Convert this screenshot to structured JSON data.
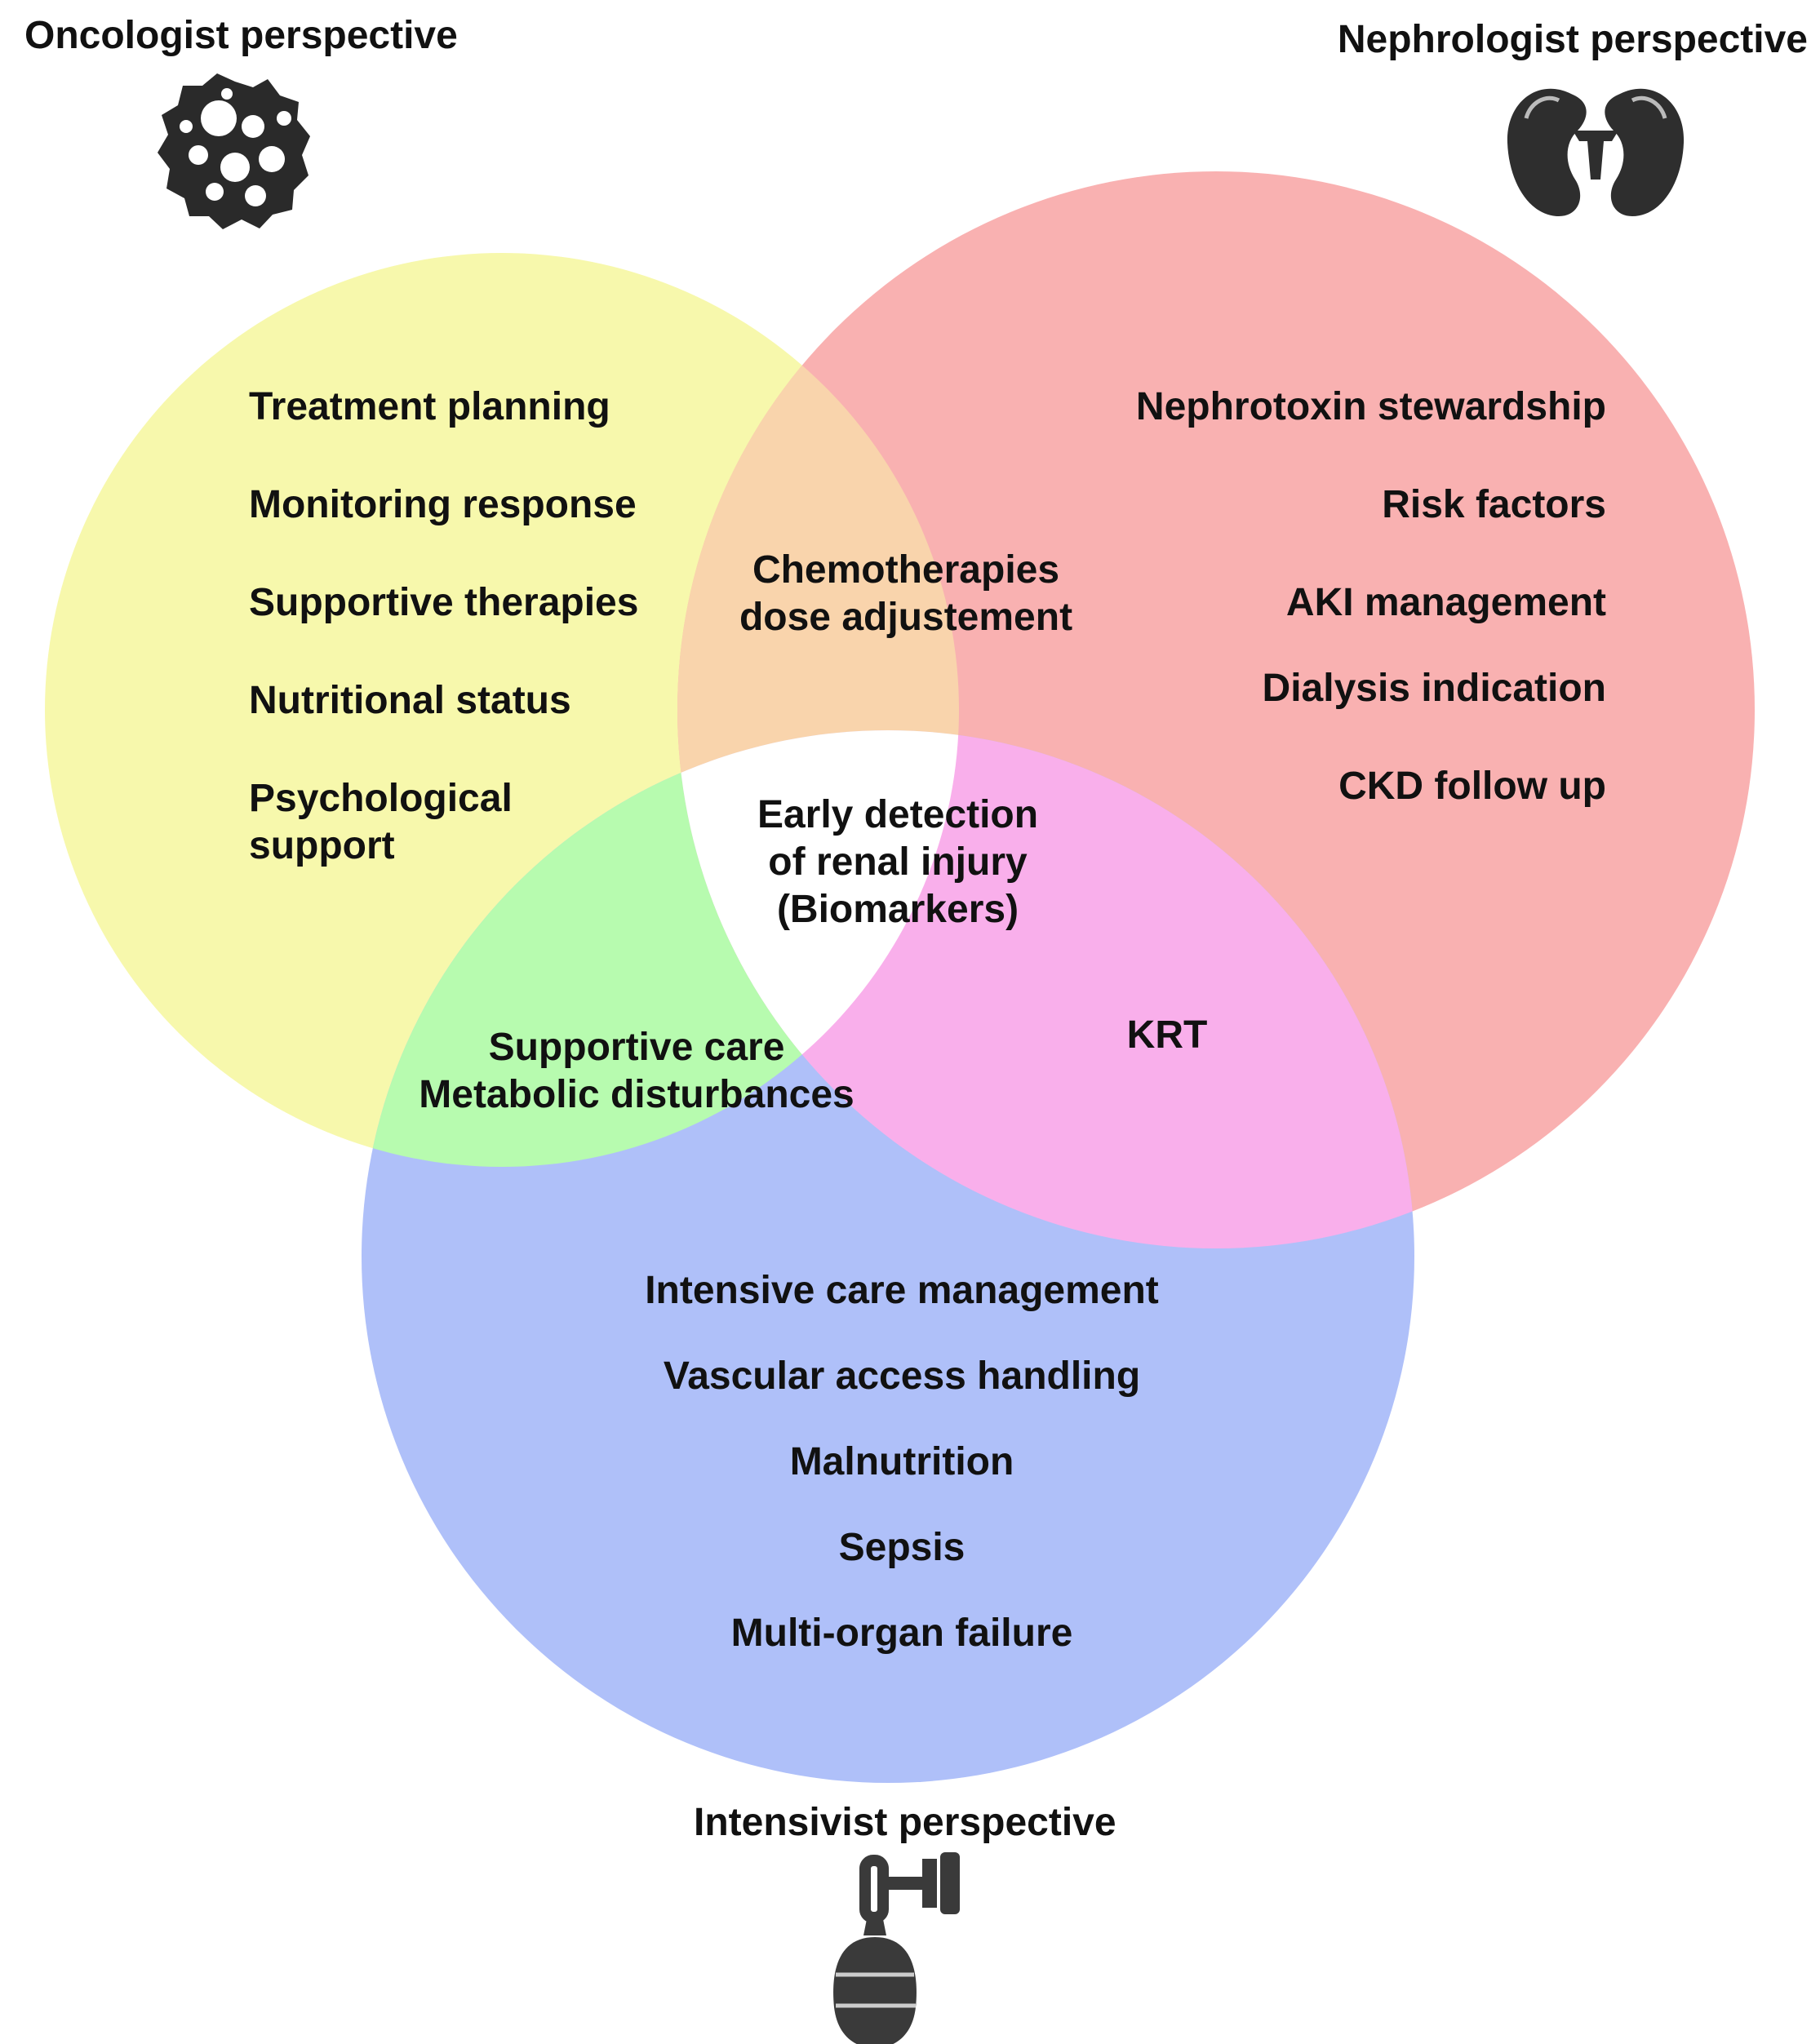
{
  "perspectives": {
    "oncologist": "Oncologist perspective",
    "nephrologist": "Nephrologist perspective",
    "intensivist": "Intensivist perspective"
  },
  "oncologist_items": [
    "Treatment planning",
    "Monitoring response",
    "Supportive therapies",
    "Nutritional status",
    "Psychological support"
  ],
  "nephrologist_items": [
    "Nephrotoxin stewardship",
    "Risk factors",
    "AKI management",
    "Dialysis indication",
    "CKD follow up"
  ],
  "intensivist_items": [
    "Intensive care management",
    "Vascular access handling",
    "Malnutrition",
    "Sepsis",
    "Multi-organ failure"
  ],
  "overlaps": {
    "oncology_nephrology": [
      "Chemotherapies",
      "dose adjustement"
    ],
    "oncology_intensive": [
      "Supportive care",
      "Metabolic disturbances"
    ],
    "nephrology_intensive": "KRT",
    "all_three": [
      "Early detection",
      "of renal injury",
      "(Biomarkers)"
    ]
  },
  "colors": {
    "oncology": "#F7F8AC",
    "nephrology": "#F9B1B1",
    "intensive": "#AFC0F9",
    "onc_neph": "#F9D4AC",
    "onc_int": "#B7FBAF",
    "neph_int": "#F9AFEB",
    "center": "#FFFFFF"
  },
  "icons": {
    "oncologist": "cancer-cell-icon",
    "nephrologist": "kidney-icon",
    "intensivist": "ventilator-icon"
  }
}
